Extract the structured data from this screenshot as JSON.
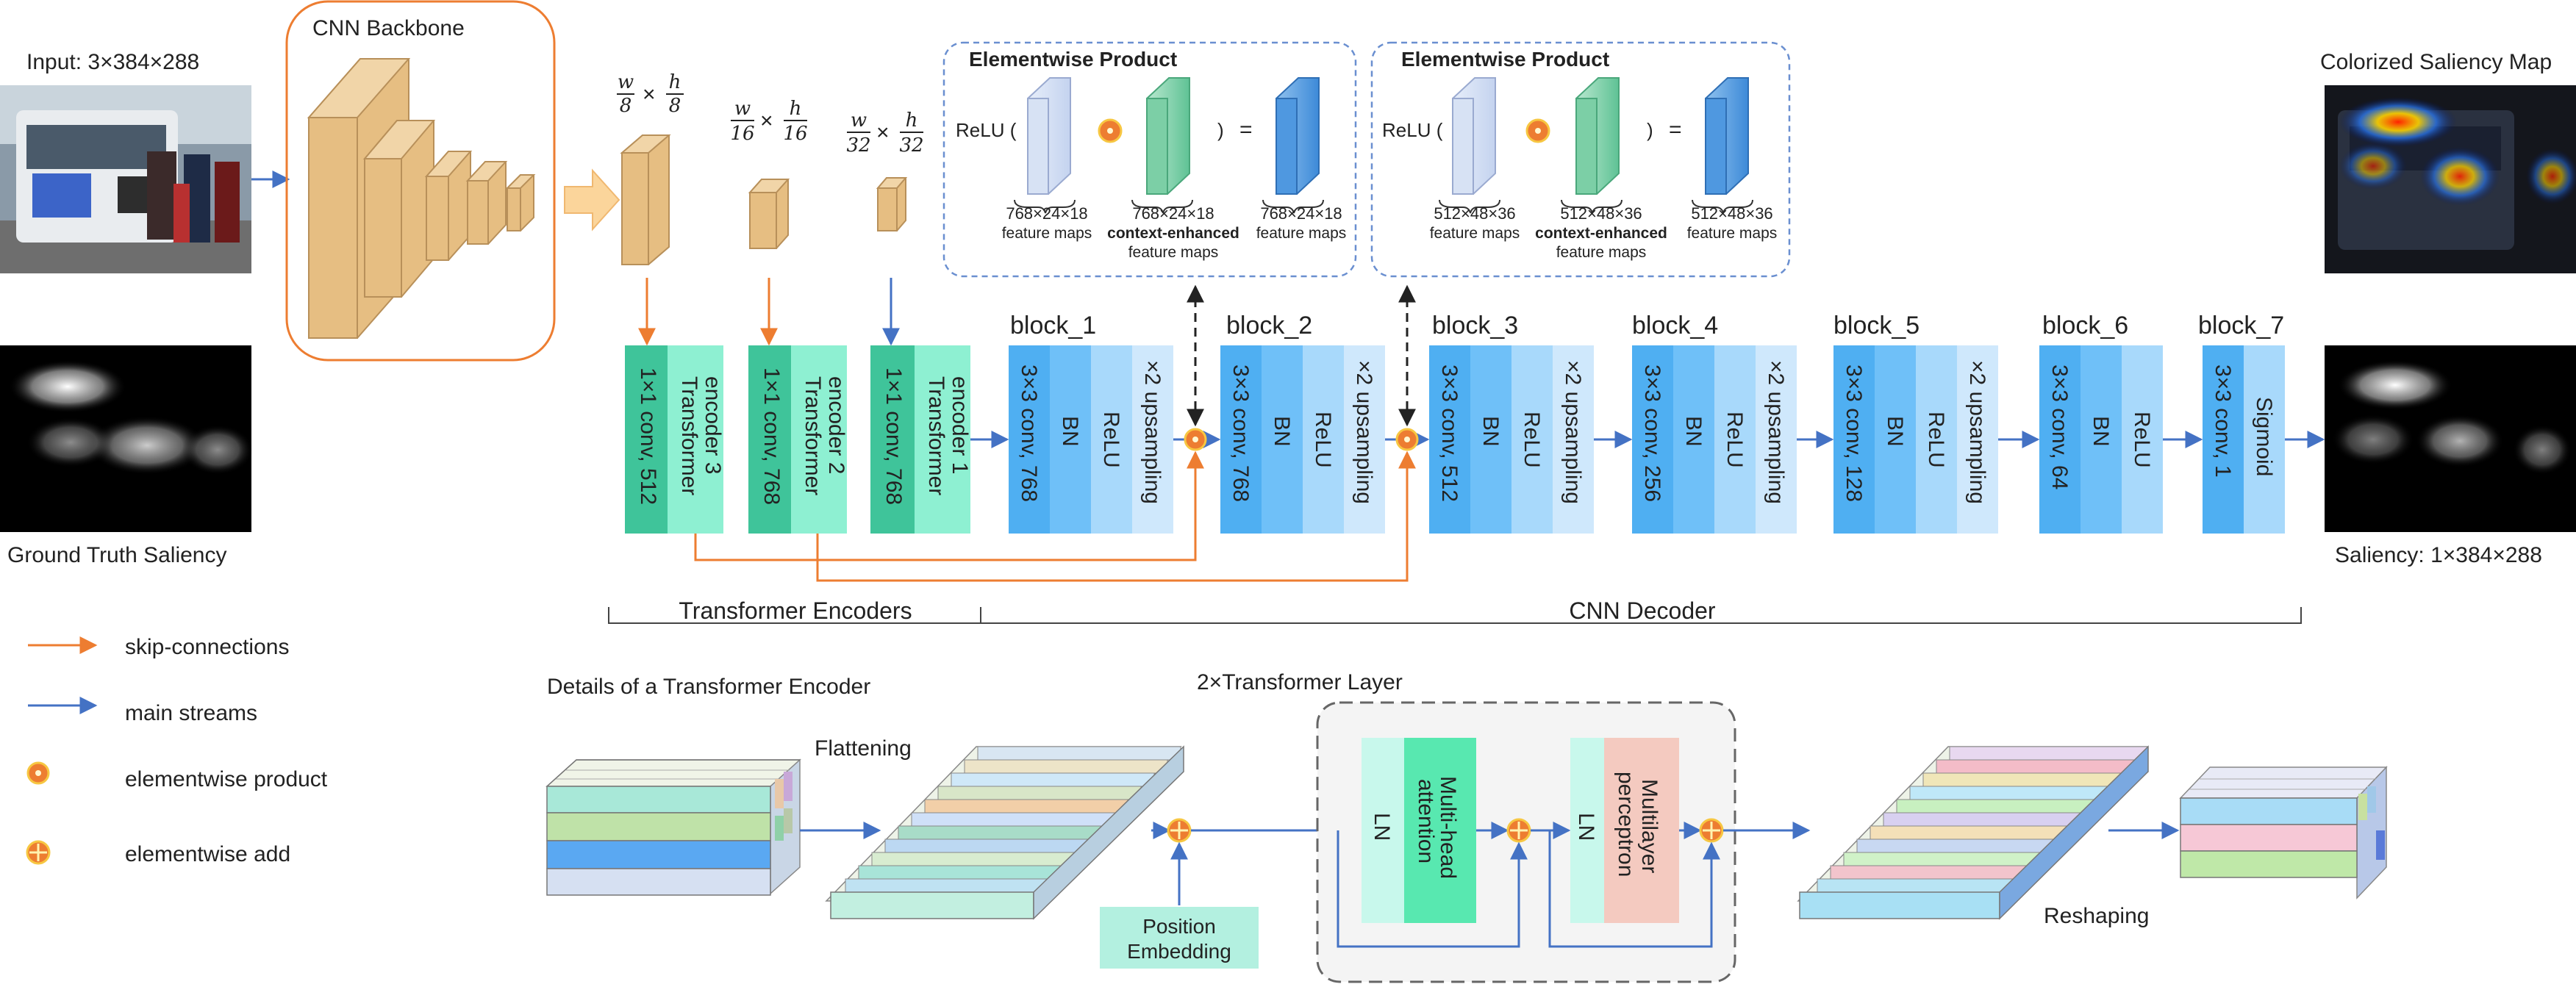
{
  "input_label": "Input: 3×384×288",
  "ground_truth_label": "Ground Truth Saliency",
  "colorized_label": "Colorized Saliency Map",
  "saliency_label": "Saliency: 1×384×288",
  "backbone_label": "CNN Backbone",
  "scales": [
    {
      "num": "w",
      "den": "8",
      "num2": "h",
      "den2": "8"
    },
    {
      "num": "w",
      "den": "16",
      "num2": "h",
      "den2": "16"
    },
    {
      "num": "w",
      "den": "32",
      "num2": "h",
      "den2": "32"
    }
  ],
  "encoders": [
    {
      "conv": "1×1 conv, 512",
      "name": "Transformer encoder 3",
      "conv1": "1×1 conv, 512",
      "name_l1": "Transformer",
      "name_l2": "encoder 3"
    },
    {
      "conv": "1×1 conv, 768",
      "name": "Transformer encoder 2",
      "conv1": "1×1 conv, 768",
      "name_l1": "Transformer",
      "name_l2": "encoder 2"
    },
    {
      "conv": "1×1 conv, 768",
      "name": "Transformer encoder 1",
      "conv1": "1×1 conv, 768",
      "name_l1": "Transformer",
      "name_l2": "encoder 1"
    }
  ],
  "blocks": [
    {
      "title": "block_1",
      "layers": [
        "3×3 conv, 768",
        "BN",
        "ReLU",
        "×2 upsampling"
      ]
    },
    {
      "title": "block_2",
      "layers": [
        "3×3 conv, 768",
        "BN",
        "ReLU",
        "×2 upsampling"
      ]
    },
    {
      "title": "block_3",
      "layers": [
        "3×3 conv, 512",
        "BN",
        "ReLU",
        "×2 upsampling"
      ]
    },
    {
      "title": "block_4",
      "layers": [
        "3×3 conv, 256",
        "BN",
        "ReLU",
        "×2 upsampling"
      ]
    },
    {
      "title": "block_5",
      "layers": [
        "3×3 conv, 128",
        "BN",
        "ReLU",
        "×2 upsampling"
      ]
    },
    {
      "title": "block_6",
      "layers": [
        "3×3 conv, 64",
        "BN",
        "ReLU"
      ]
    },
    {
      "title": "block_7",
      "layers": [
        "3×3 conv, 1",
        "Sigmoid"
      ]
    }
  ],
  "products": [
    {
      "title": "Elementwise Product",
      "relu": "ReLU (",
      "close": ")",
      "equals": "=",
      "a_dims": "768×24×18",
      "a_desc": "feature maps",
      "b_dims": "768×24×18",
      "b_desc1": "context-enhanced",
      "b_desc2": "feature maps",
      "c_dims": "768×24×18",
      "c_desc": "feature maps"
    },
    {
      "title": "Elementwise Product",
      "relu": "ReLU (",
      "close": ")",
      "equals": "=",
      "a_dims": "512×48×36",
      "a_desc": "feature maps",
      "b_dims": "512×48×36",
      "b_desc1": "context-enhanced",
      "b_desc2": "feature maps",
      "c_dims": "512×48×36",
      "c_desc": "feature maps"
    }
  ],
  "section_labels": {
    "encoders": "Transformer Encoders",
    "decoder": "CNN Decoder"
  },
  "legend": [
    {
      "label": "skip-connections",
      "type": "orange-arrow"
    },
    {
      "label": "main streams",
      "type": "blue-arrow"
    },
    {
      "label": "elementwise product",
      "type": "product-icon"
    },
    {
      "label": "elementwise add",
      "type": "add-icon"
    }
  ],
  "details": {
    "title": "Details of a Transformer Encoder",
    "flattening": "Flattening",
    "layer_title": "2×Transformer  Layer",
    "ln": "LN",
    "mha_l1": "Multi-head",
    "mha_l2": "attention",
    "mlp_l1": "Multilayer",
    "mlp_l2": "perceptron",
    "pos_l1": "Position",
    "pos_l2": "Embedding",
    "reshaping": "Reshaping"
  },
  "colors": {
    "orange": "#ED7D31",
    "blue": "#4472C4",
    "tan": "#E6BE82",
    "enc_dark": "#3FC49A",
    "enc_light": "#8EF0D2",
    "blk_dark": "#4FAFF2",
    "blk_mid": "#6FC0F8",
    "blk_light": "#A8D9FB",
    "blk_pale": "#CFE8FC"
  }
}
